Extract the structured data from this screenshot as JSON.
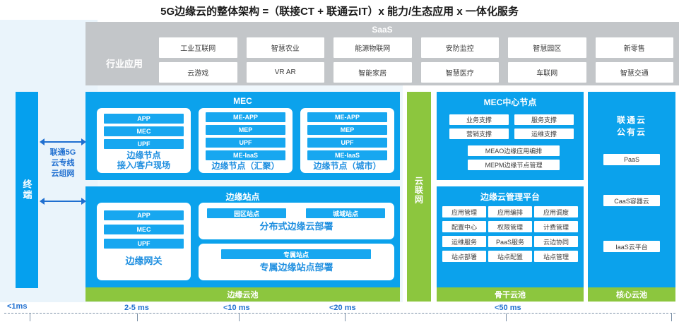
{
  "title": "5G边缘云的整体架构 =（联接CT + 联通云IT）x 能力/生态应用 x 一体化服务",
  "saas": {
    "band_title": "SaaS",
    "industry_label": "行业应用",
    "tiles": [
      "工业互联网",
      "智慧农业",
      "能源物联网",
      "安防监控",
      "智慧园区",
      "新零售",
      "云游戏",
      "VR AR",
      "智能家居",
      "智慧医疗",
      "车联网",
      "智慧交通"
    ]
  },
  "terminal": {
    "label": "终端"
  },
  "link": {
    "label": "联通5G\n云专线\n云组网",
    "line1": "联通5G",
    "line2": "云专线",
    "line3": "云组网"
  },
  "mec": {
    "title": "MEC",
    "nodes": [
      {
        "chips": [
          "APP",
          "MEC",
          "UPF"
        ],
        "cap_line1": "边缘节点",
        "cap_line2": "接入/客户现场"
      },
      {
        "chips": [
          "ME-APP",
          "MEP",
          "UPF",
          "ME-IaaS"
        ],
        "cap_line1": "边缘节点（汇聚）",
        "cap_line2": ""
      },
      {
        "chips": [
          "ME-APP",
          "MEP",
          "UPF",
          "ME-IaaS"
        ],
        "cap_line1": "边缘节点（城市）",
        "cap_line2": ""
      }
    ]
  },
  "edge_site": {
    "title": "边缘站点",
    "gateway": {
      "chips": [
        "APP",
        "MEC",
        "UPF"
      ],
      "caption": "边缘网关"
    },
    "distributed": {
      "chips": [
        "园区站点",
        "城域站点"
      ],
      "caption": "分布式边缘云部署"
    },
    "dedicated": {
      "chips": [
        "专属站点"
      ],
      "caption": "专属边缘站点部署"
    }
  },
  "cloudnet": {
    "label": "云联网"
  },
  "mec_center": {
    "title": "MEC中心节点",
    "row1": [
      "业务支撑",
      "服务支撑"
    ],
    "row2": [
      "营销支撑",
      "运维支撑"
    ],
    "wide": [
      "MEAO边缘应用编排",
      "MEPM边缘节点管理"
    ]
  },
  "mgmt_platform": {
    "title": "边缘云管理平台",
    "items": [
      "应用管理",
      "应用编排",
      "应用调度",
      "配置中心",
      "权限管理",
      "计费管理",
      "运维服务",
      "PaaS服务",
      "云边协同",
      "站点部署",
      "站点配置",
      "站点管理"
    ]
  },
  "public_cloud": {
    "title_line1": "联通云",
    "title_line2": "公有云",
    "items": [
      "PaaS",
      "CaaS容器云",
      "IaaS云平台"
    ]
  },
  "pools": [
    {
      "label": "边缘云池"
    },
    {
      "label": "骨干云池"
    },
    {
      "label": "核心云池"
    }
  ],
  "latency": [
    {
      "label": "<1ms"
    },
    {
      "label": "2-5 ms"
    },
    {
      "label": "<10 ms"
    },
    {
      "label": "<20 ms"
    },
    {
      "label": "<50 ms"
    }
  ],
  "colors": {
    "blue": "#0ba2ec",
    "chip_blue": "#17a7f0",
    "green": "#8cc63e",
    "gray": "#c3c6c9",
    "caption_blue": "#1f8fe0",
    "arrow_blue": "#1f6fd0",
    "bg_light": "#eaf4fb"
  }
}
